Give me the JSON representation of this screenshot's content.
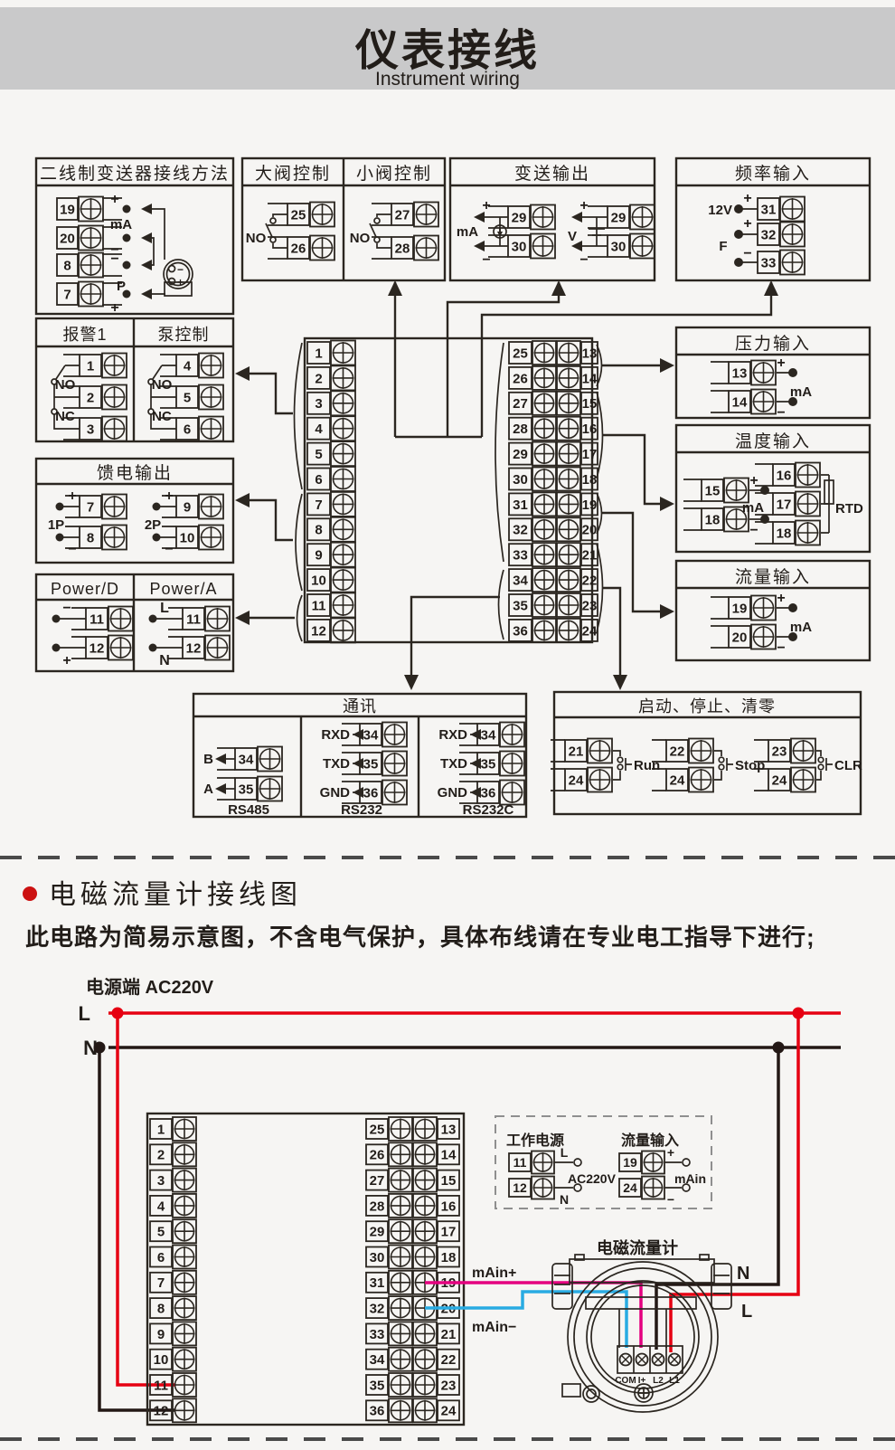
{
  "title": {
    "zh": "仪表接线",
    "en": "Instrument wiring"
  },
  "wiring": {
    "transmitter_box": {
      "title": "二线制变送器接线方法",
      "terminals": [
        "19",
        "20",
        "8",
        "7"
      ],
      "labels": {
        "plus_top": "+",
        "ma": "mA",
        "minus1": "−",
        "minus2": "−",
        "p": "P",
        "plus_bot": "+",
        "tx_minus": "−",
        "tx_plus": "+"
      }
    },
    "valve_box": {
      "left_title": "大阀控制",
      "right_title": "小阀控制",
      "left_terminals": [
        "25",
        "26"
      ],
      "right_terminals": [
        "27",
        "28"
      ],
      "no_left": "NO",
      "no_right": "NO"
    },
    "transmit_box": {
      "title": "变送输出",
      "groups": [
        {
          "label": "mA",
          "plus": "+",
          "minus": "−",
          "terminals": [
            "29",
            "30"
          ]
        },
        {
          "label": "V",
          "plus": "+",
          "minus": "−",
          "terminals": [
            "29",
            "30"
          ]
        }
      ]
    },
    "freq_box": {
      "title": "频率输入",
      "v12": "12V",
      "f": "F",
      "plus1": "+",
      "plus2": "+",
      "minus": "−",
      "terminals": [
        "31",
        "32",
        "33"
      ]
    },
    "alarm_box": {
      "left_title": "报警1",
      "right_title": "泵控制",
      "left_terminals": [
        "1",
        "2",
        "3"
      ],
      "right_terminals": [
        "4",
        "5",
        "6"
      ],
      "no_left": "NO",
      "nc_left": "NC",
      "no_right": "NO",
      "nc_right": "NC"
    },
    "feed_box": {
      "title": "馈电输出",
      "groups": [
        {
          "label": "1P",
          "plus": "+",
          "minus": "−",
          "terminals": [
            "7",
            "8"
          ]
        },
        {
          "label": "2P",
          "plus": "+",
          "minus": "−",
          "terminals": [
            "9",
            "10"
          ]
        }
      ]
    },
    "power_box": {
      "left_title": "Power/D",
      "right_title": "Power/A",
      "left_signs": [
        "−",
        "+"
      ],
      "right_signs": [
        "L",
        "N"
      ],
      "left_terminals": [
        "11",
        "12"
      ],
      "right_terminals": [
        "11",
        "12"
      ]
    },
    "pressure_box": {
      "title": "压力输入",
      "plus": "+",
      "ma": "mA",
      "minus": "−",
      "terminals": [
        "13",
        "14"
      ]
    },
    "temp_box": {
      "title": "温度输入",
      "plus": "+",
      "ma": "mA",
      "minus": "−",
      "rtd": "RTD",
      "left_terminals": [
        "15",
        "18"
      ],
      "right_terminals": [
        "16",
        "17",
        "18"
      ]
    },
    "flow_box": {
      "title": "流量输入",
      "plus": "+",
      "ma": "mA",
      "minus": "−",
      "terminals": [
        "19",
        "20"
      ]
    },
    "comm_box": {
      "title": "通讯",
      "columns": [
        {
          "name": "RS485",
          "rows": [
            {
              "label": "B",
              "terminal": "34"
            },
            {
              "label": "A",
              "terminal": "35"
            }
          ]
        },
        {
          "name": "RS232",
          "rows": [
            {
              "label": "RXD",
              "terminal": "34"
            },
            {
              "label": "TXD",
              "terminal": "35"
            },
            {
              "label": "GND",
              "terminal": "36"
            }
          ]
        },
        {
          "name": "RS232C",
          "rows": [
            {
              "label": "RXD",
              "terminal": "34"
            },
            {
              "label": "TXD",
              "terminal": "35"
            },
            {
              "label": "GND",
              "terminal": "36"
            }
          ]
        }
      ]
    },
    "start_box": {
      "title": "启动、停止、清零",
      "groups": [
        {
          "terminals": [
            "21",
            "24"
          ],
          "label": "Run"
        },
        {
          "terminals": [
            "22",
            "24"
          ],
          "label": "Stop"
        },
        {
          "terminals": [
            "23",
            "24"
          ],
          "label": "CLR"
        }
      ]
    },
    "central_block": {
      "left": [
        "1",
        "2",
        "3",
        "4",
        "5",
        "6",
        "7",
        "8",
        "9",
        "10",
        "11",
        "12"
      ],
      "mid": [
        "25",
        "26",
        "27",
        "28",
        "29",
        "30",
        "31",
        "32",
        "33",
        "34",
        "35",
        "36"
      ],
      "right": [
        "13",
        "14",
        "15",
        "16",
        "17",
        "18",
        "19",
        "20",
        "21",
        "22",
        "23",
        "24"
      ]
    }
  },
  "flowmeter_section": {
    "heading": "电磁流量计接线图",
    "note": "此电路为简易示意图，不含电气保护，具体布线请在专业电工指导下进行;",
    "power_label": "电源端 AC220V",
    "line_l": "L",
    "line_n": "N",
    "block": {
      "left": [
        "1",
        "2",
        "3",
        "4",
        "5",
        "6",
        "7",
        "8",
        "9",
        "10",
        "11",
        "12"
      ],
      "mid": [
        "25",
        "26",
        "27",
        "28",
        "29",
        "30",
        "31",
        "32",
        "33",
        "34",
        "35",
        "36"
      ],
      "right": [
        "13",
        "14",
        "15",
        "16",
        "17",
        "18",
        "19",
        "20",
        "21",
        "22",
        "23",
        "24"
      ]
    },
    "dashed_box": {
      "power_title": "工作电源",
      "power_terminals": [
        "11",
        "12"
      ],
      "l": "L",
      "n": "N",
      "ac": "AC220V",
      "flow_title": "流量输入",
      "flow_terminals": [
        "19",
        "24"
      ],
      "plus": "+",
      "main": "mAin",
      "minus": "−"
    },
    "main_plus": "mAin+",
    "main_minus": "mAin−",
    "meter": {
      "title": "电磁流量计",
      "terminals": [
        "COM",
        "I+",
        "L2",
        "L1"
      ],
      "n": "N",
      "l": "L"
    },
    "colors": {
      "live": "#e60012",
      "neutral": "#231815",
      "signal_plus": "#e4007f",
      "signal_minus": "#29abe2"
    }
  }
}
